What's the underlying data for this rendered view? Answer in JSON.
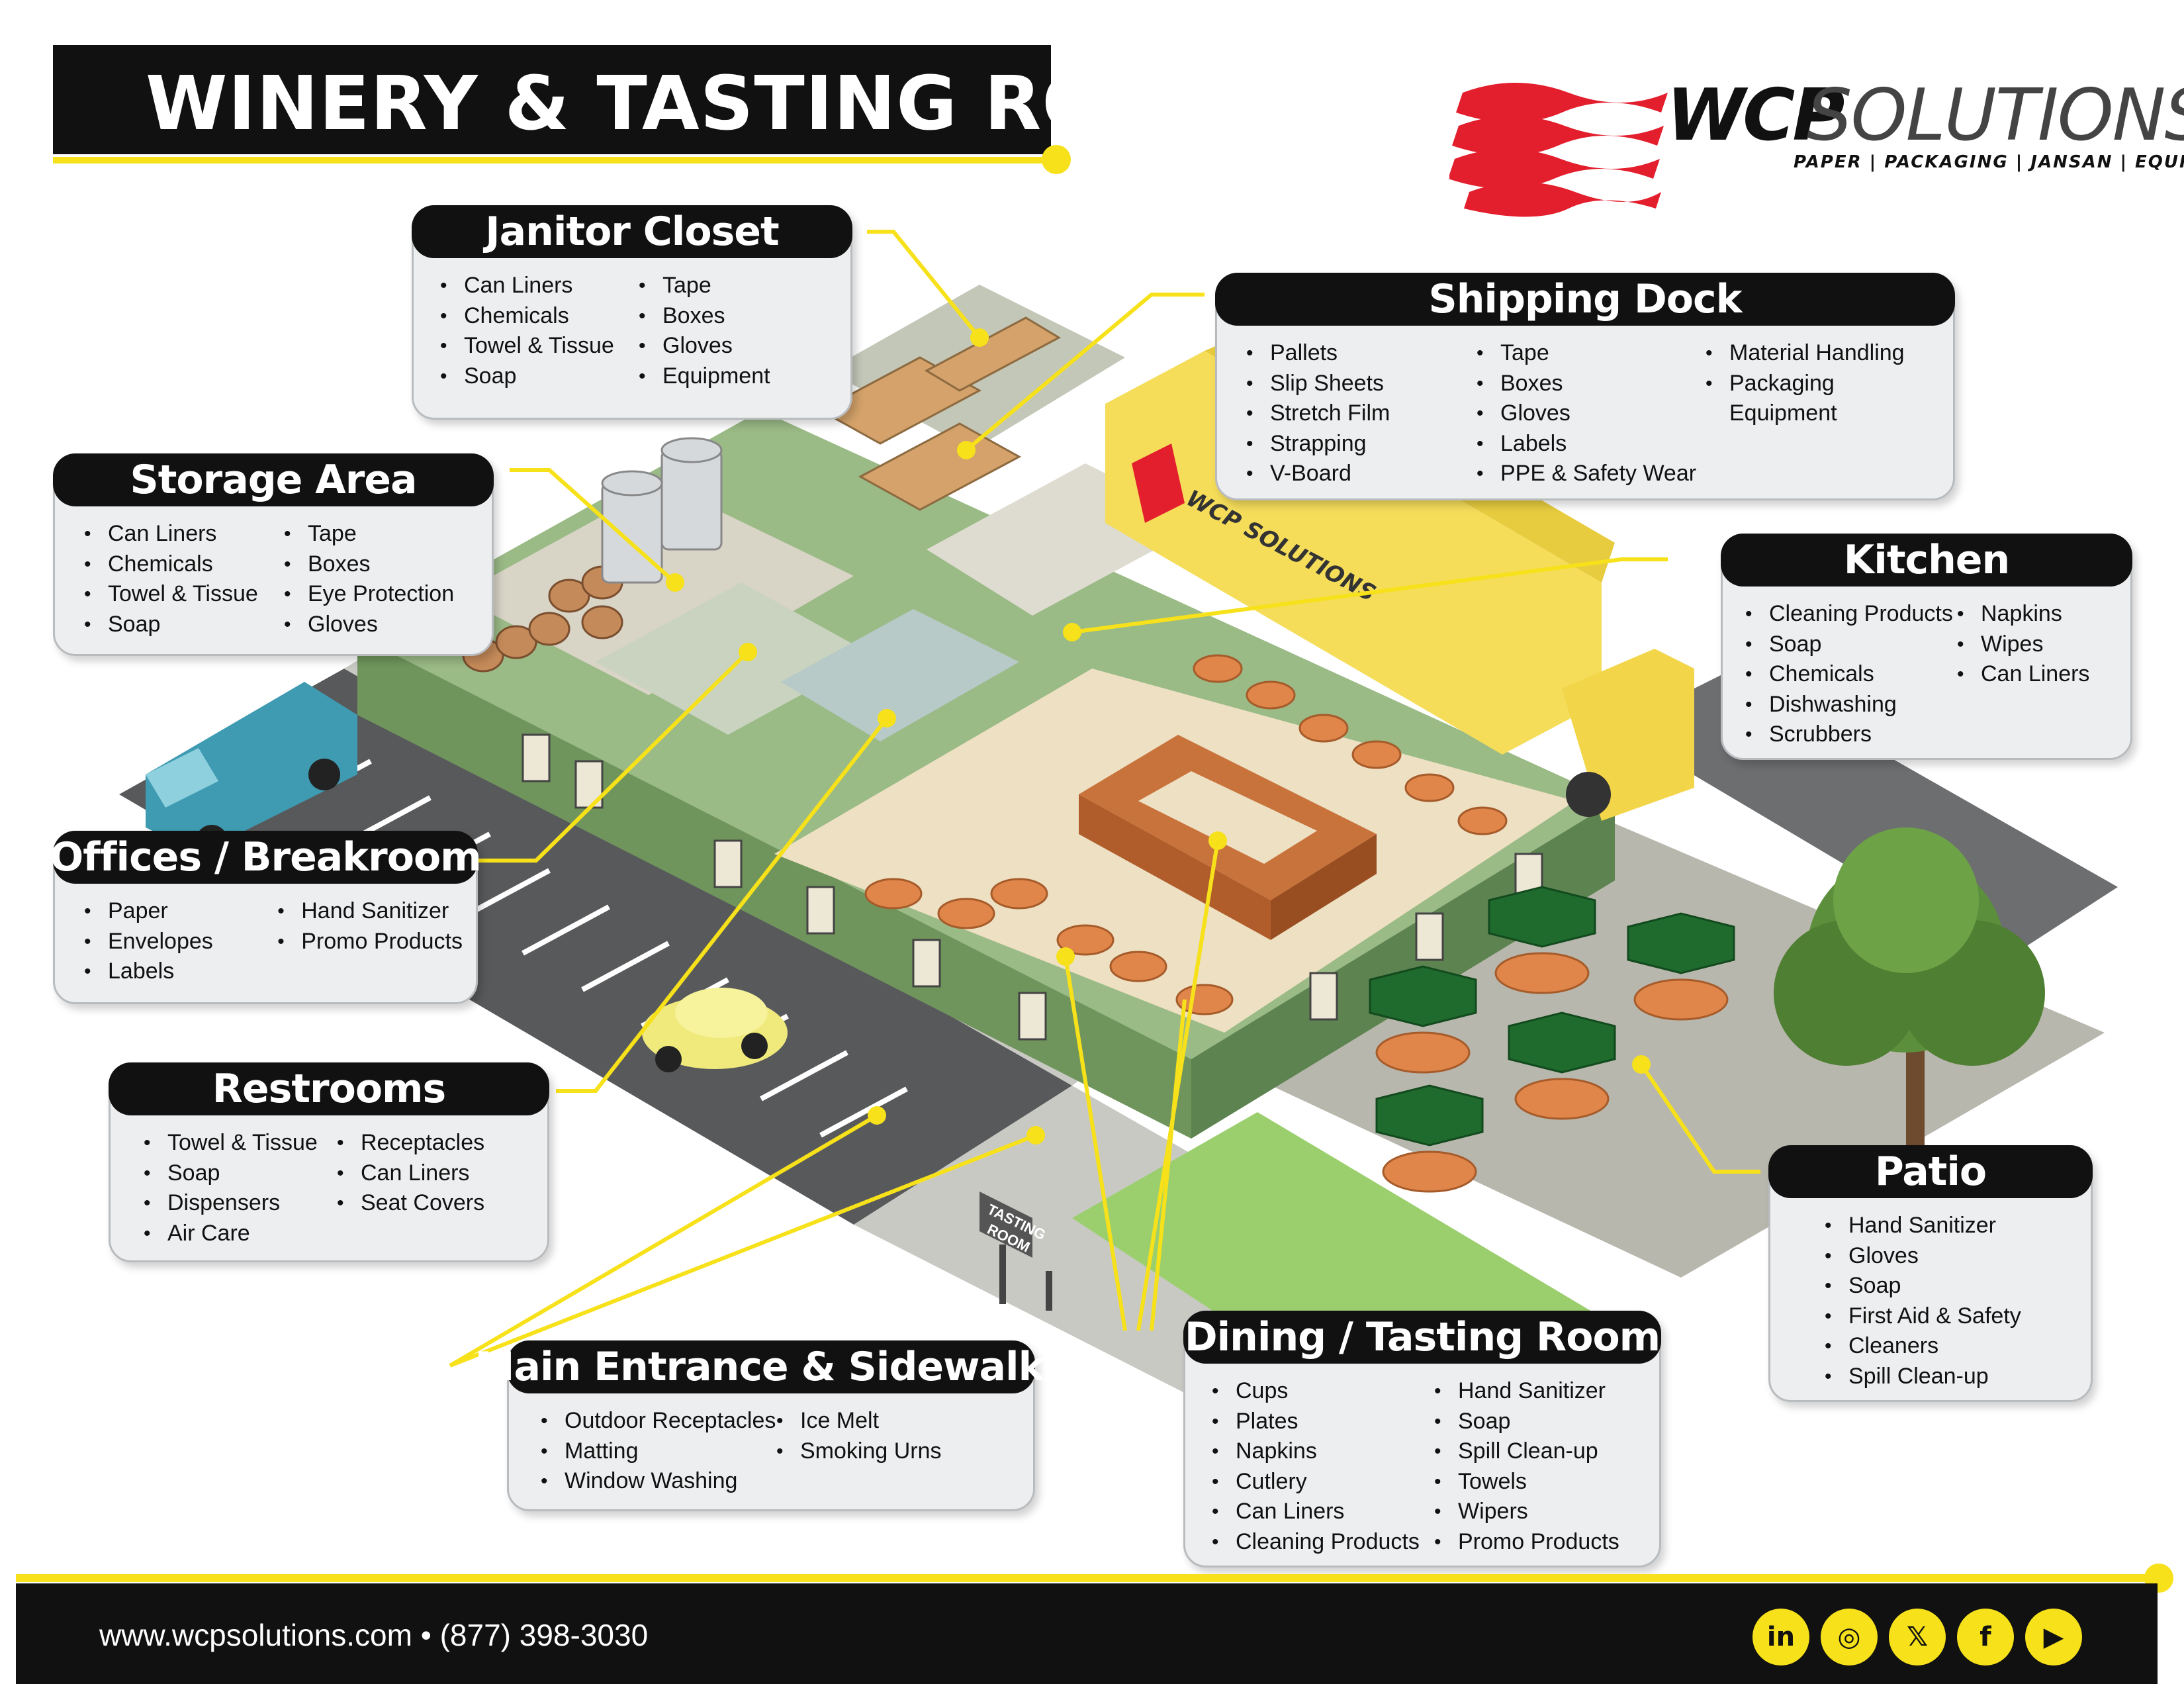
{
  "title": "WINERY & TASTING ROOM",
  "logo": {
    "brand": "WCP",
    "brand2": "SOLUTIONS",
    "tagline": "PAPER | PACKAGING | JANSAN | EQUIPMENT",
    "truck_brand": "WCP SOLUTIONS"
  },
  "sign": {
    "line1": "TASTING",
    "line2": "ROOM"
  },
  "cards": {
    "janitor": {
      "title": "Janitor Closet",
      "col1": [
        "Can Liners",
        "Chemicals",
        "Towel & Tissue",
        "Soap"
      ],
      "col2": [
        "Tape",
        "Boxes",
        "Gloves",
        "Equipment"
      ]
    },
    "storage": {
      "title": "Storage Area",
      "col1": [
        "Can Liners",
        "Chemicals",
        "Towel & Tissue",
        "Soap"
      ],
      "col2": [
        "Tape",
        "Boxes",
        "Eye Protection",
        "Gloves"
      ]
    },
    "offices": {
      "title": "Offices / Breakroom",
      "col1": [
        "Paper",
        "Envelopes",
        "Labels"
      ],
      "col2": [
        "Hand Sanitizer",
        "Promo Products"
      ]
    },
    "restrooms": {
      "title": "Restrooms",
      "col1": [
        "Towel & Tissue",
        "Soap",
        "Dispensers",
        "Air Care"
      ],
      "col2": [
        "Receptacles",
        "Can Liners",
        "Seat Covers"
      ]
    },
    "entrance": {
      "title": "Main Entrance & Sidewalks",
      "col1": [
        "Outdoor Receptacles",
        "Matting",
        "Window Washing"
      ],
      "col2": [
        "Ice Melt",
        "Smoking Urns"
      ]
    },
    "shipping": {
      "title": "Shipping Dock",
      "col1": [
        "Pallets",
        "Slip Sheets",
        "Stretch Film",
        "Strapping",
        "V-Board"
      ],
      "col2": [
        "Tape",
        "Boxes",
        "Gloves",
        "Labels",
        "PPE & Safety Wear"
      ],
      "col3": [
        "Material Handling",
        "Packaging"
      ],
      "col3_cont": "Equipment"
    },
    "kitchen": {
      "title": "Kitchen",
      "col1": [
        "Cleaning Products",
        "Soap",
        "Chemicals",
        "Dishwashing",
        "Scrubbers"
      ],
      "col2": [
        "Napkins",
        "Wipes",
        "Can Liners"
      ]
    },
    "patio": {
      "title": "Patio",
      "col1": [
        "Hand Sanitizer",
        "Gloves",
        "Soap",
        "First Aid & Safety",
        "Cleaners",
        "Spill Clean-up"
      ]
    },
    "dining": {
      "title": "Dining / Tasting Room",
      "col1": [
        "Cups",
        "Plates",
        "Napkins",
        "Cutlery",
        "Can Liners",
        "Cleaning Products"
      ],
      "col2": [
        "Hand Sanitizer",
        "Soap",
        "Spill Clean-up",
        "Towels",
        "Wipers",
        "Promo Products"
      ]
    }
  },
  "footer": {
    "text": "www.wcpsolutions.com  •  (877) 398-3030"
  },
  "social": [
    {
      "icon": "linkedin-icon",
      "glyph": "in"
    },
    {
      "icon": "instagram-icon",
      "glyph": "◎"
    },
    {
      "icon": "x-icon",
      "glyph": "𝕏"
    },
    {
      "icon": "facebook-icon",
      "glyph": "f"
    },
    {
      "icon": "youtube-icon",
      "glyph": "▶"
    }
  ],
  "colors": {
    "accent": "#f6e11a",
    "brand_red": "#e31e2d",
    "wall_green": "#7fa36a",
    "floor": "#ede0c3"
  }
}
